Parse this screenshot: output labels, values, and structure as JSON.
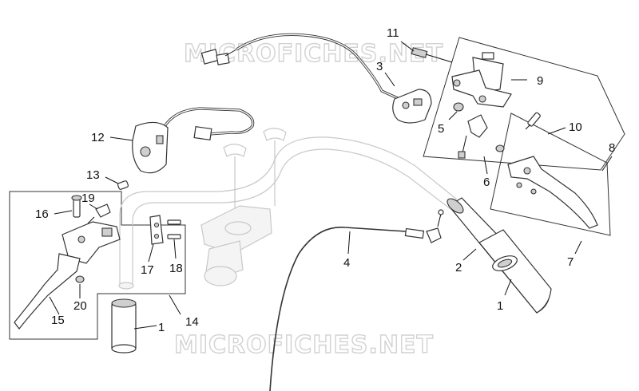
{
  "watermark": {
    "text": "MICROFICHES.NET"
  },
  "callouts": {
    "c1a": "1",
    "c1b": "1",
    "c2": "2",
    "c3": "3",
    "c4": "4",
    "c5": "5",
    "c6": "6",
    "c7": "7",
    "c8": "8",
    "c9": "9",
    "c10": "10",
    "c11": "11",
    "c12": "12",
    "c13": "13",
    "c14": "14",
    "c15": "15",
    "c16": "16",
    "c17": "17",
    "c18": "18",
    "c19": "19",
    "c20": "20"
  }
}
